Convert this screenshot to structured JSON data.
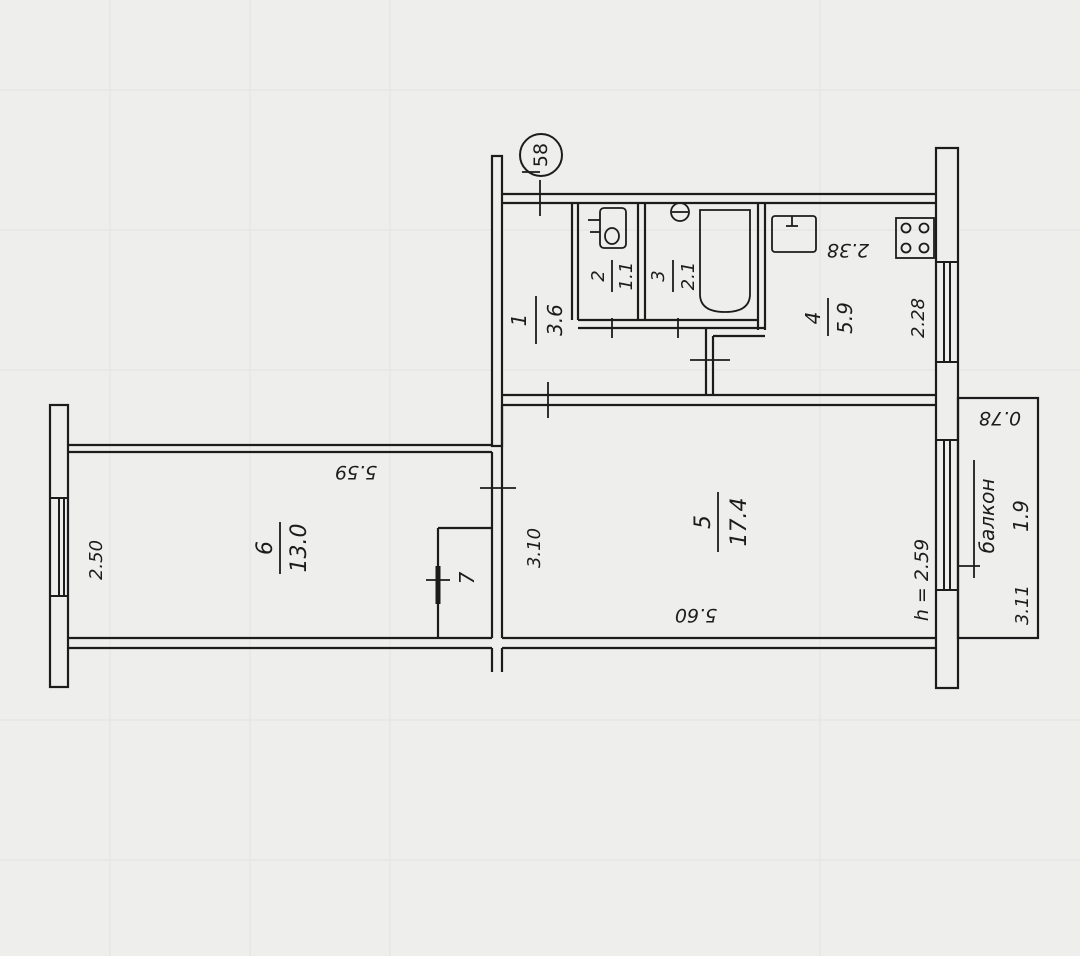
{
  "plan": {
    "axis_marker": "58",
    "rooms": [
      {
        "number": "1",
        "area": "3.6"
      },
      {
        "number": "2",
        "area": "1.1"
      },
      {
        "number": "3",
        "area": "2.1"
      },
      {
        "number": "4",
        "area": "5.9"
      },
      {
        "number": "5",
        "area": "17.4"
      },
      {
        "number": "6",
        "area": "13.0"
      },
      {
        "number": "7"
      }
    ],
    "balcony": {
      "name": "балкон",
      "area": "1.9"
    },
    "dimensions": {
      "kitchen_length": "2.38",
      "kitchen_width": "2.28",
      "room5_length": "5.60",
      "room5_width": "3.10",
      "room6_length": "5.59",
      "room6_width": "2.50",
      "balcony_length": "3.11",
      "balcony_width": "0.78"
    },
    "ceiling_height": "h = 2.59"
  },
  "colors": {
    "paper": "#eeeeed",
    "ink": "#1c1c1c"
  }
}
